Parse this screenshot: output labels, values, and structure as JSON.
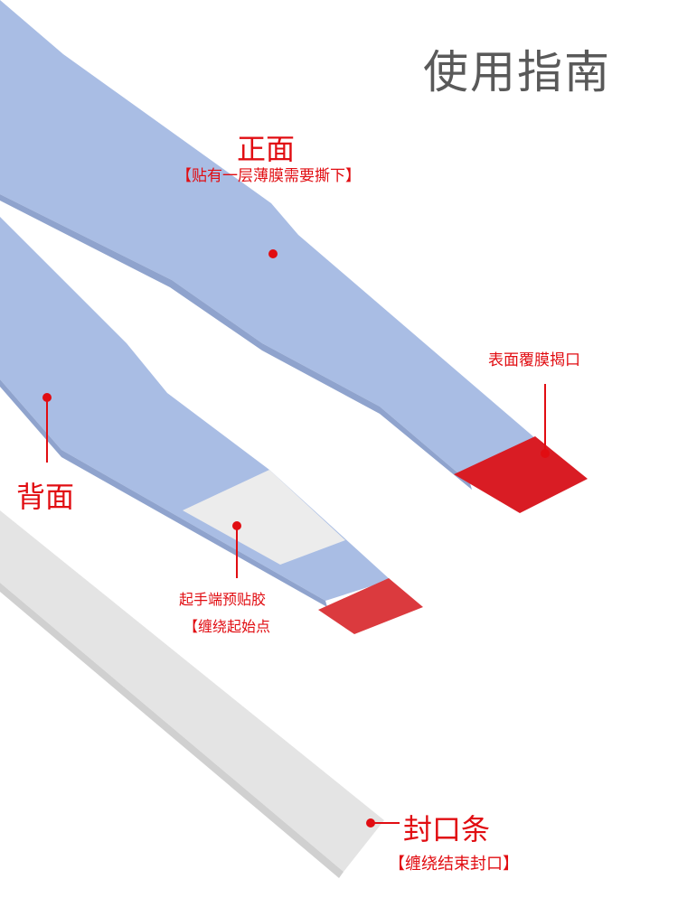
{
  "title": "使用指南",
  "labels": {
    "front": {
      "title": "正面",
      "note": "【贴有一层薄膜需要撕下】"
    },
    "front_tab": "表面覆膜揭口",
    "back": "背面",
    "start": {
      "title": "起手端预贴胶",
      "note": "【缠绕起始点"
    },
    "seal": {
      "title": "封口条",
      "note": "【缠绕结束封口】"
    }
  },
  "colors": {
    "strip_blue": "#a9bde4",
    "strip_blue_shadow": "#8fa3cd",
    "tab_red": "#d91c24",
    "label_red": "#e10d12",
    "title_gray": "#595959",
    "seal_gray": "#e4e4e4",
    "white_patch": "#ececec"
  }
}
